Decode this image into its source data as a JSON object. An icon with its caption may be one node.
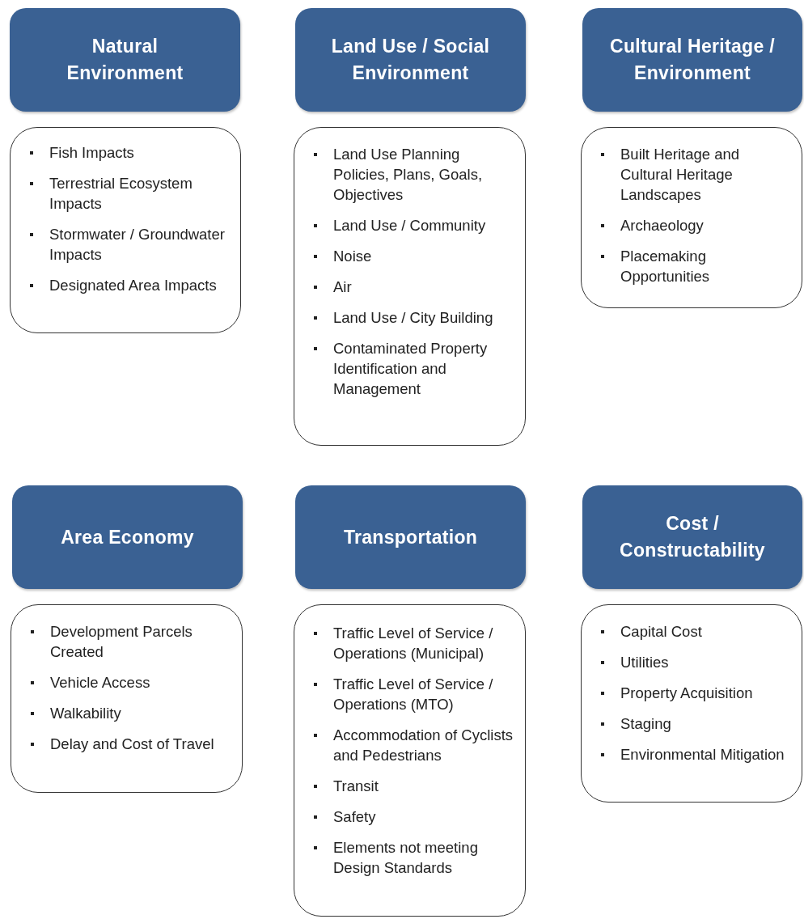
{
  "diagram": {
    "nodes": [
      {
        "text": [
          "Natural Environment"
        ]
      },
      {
        "text": [
          "Fish Impacts",
          "Terrestrial Ecosystem Impacts",
          "Stormwater / Groundwater Impacts",
          "Designated Area Impacts"
        ]
      },
      {
        "text": [
          "Land Use / Social Environment"
        ]
      },
      {
        "text": [
          "Land Use Planning Policies, Plans, Goals, Objectives",
          "Land Use / Community",
          "Noise",
          "Air",
          "Land Use / City Building",
          "Contaminated Property Identification and Management"
        ]
      },
      {
        "text": [
          "Cultural Heritage / Environment"
        ]
      },
      {
        "text": [
          "Built Heritage and Cultural Heritage Landscapes",
          "Archaeology",
          "Placemaking Opportunities"
        ]
      },
      {
        "text": [
          "Area Economy"
        ]
      },
      {
        "text": [
          "Development Parcels Created",
          "Vehicle Access",
          "Walkability",
          "Delay and Cost of Travel"
        ]
      },
      {
        "text": [
          "Transportation"
        ]
      },
      {
        "text": [
          "Traffic Level of Service / Operations (Municipal)",
          "Traffic Level of Service / Operations (MTO)",
          "Accommodation of Cyclists and Pedestrians",
          "Transit",
          "Safety",
          "Elements not meeting Design Standards"
        ]
      },
      {
        "text": [
          "Cost / Constructability"
        ]
      },
      {
        "text": [
          "Capital Cost",
          "Utilities",
          "Property Acquisition",
          "Staging",
          "Environmental Mitigation"
        ]
      }
    ]
  }
}
